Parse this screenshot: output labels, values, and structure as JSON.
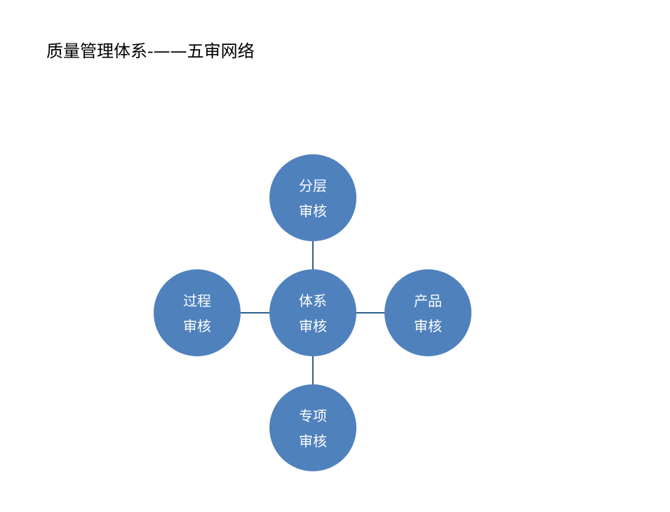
{
  "title": "质量管理体系-——五审网络",
  "colors": {
    "node_fill": "#4f81bd",
    "connector": "#2f5f8a",
    "label_text": "#ffffff",
    "title_text": "#000000"
  },
  "nodes": {
    "center": {
      "line1": "体系",
      "line2": "审核"
    },
    "top": {
      "line1": "分层",
      "line2": "审核"
    },
    "left": {
      "line1": "过程",
      "line2": "审核"
    },
    "right": {
      "line1": "产品",
      "line2": "审核"
    },
    "bottom": {
      "line1": "专项",
      "line2": "审核"
    }
  }
}
